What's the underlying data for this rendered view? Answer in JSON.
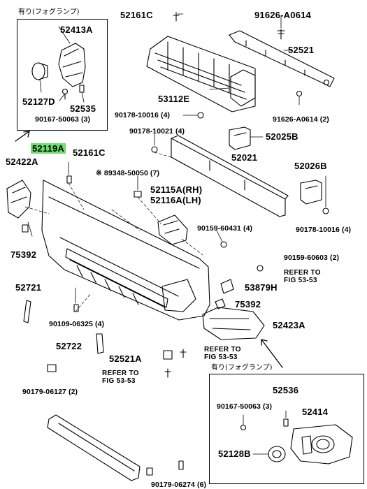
{
  "labels": {
    "p52161c_top": "52161C",
    "p91626_top": "91626-A0614",
    "p52521": "52521",
    "p53112e": "53112E",
    "p91626_mid": "91626-A0614 (2)",
    "p90178_16_a": "90178-10016 (4)",
    "p90178_21": "90178-10021 (4)",
    "p52025b": "52025B",
    "p52119a": "52119A",
    "p52161c_mid": "52161C",
    "p52422a": "52422A",
    "p52021": "52021",
    "p52026b": "52026B",
    "p89348": "※ 89348-50050 (7)",
    "p52115a": "52115A(RH)",
    "p52116a": "52116A(LH)",
    "p90178_16_b": "90178-10016 (4)",
    "p90159_431": "90159-60431 (4)",
    "p75392_left": "75392",
    "p90159_603": "90159-60603 (2)",
    "p_refer_right": "REFER TO\nFIG 53-53",
    "p52721": "52721",
    "p53879h": "53879H",
    "p75392_right": "75392",
    "p90109": "90109-06325 (4)",
    "p52423a": "52423A",
    "p52722": "52722",
    "p52521a": "52521A",
    "p_refer_mid": "REFER TO\nFIG 53-53",
    "p_refer_left": "REFER TO\nFIG 53-53",
    "p90179_127": "90179-06127 (2)",
    "p90179_bottom": "90179-06274 (6)"
  },
  "inset_top_left": {
    "header": "有り(フォグランプ)",
    "p52413a": "52413A",
    "p52127d": "52127D",
    "p52535": "52535",
    "p90167": "90167-50063 (3)"
  },
  "inset_bottom_right": {
    "header": "有り(フォグランプ)",
    "p52536": "52536",
    "p90167": "90167-50063 (3)",
    "p52414": "52414",
    "p52128b": "52128B"
  },
  "colors": {
    "highlight": "#6fe06f",
    "line": "#000000"
  }
}
